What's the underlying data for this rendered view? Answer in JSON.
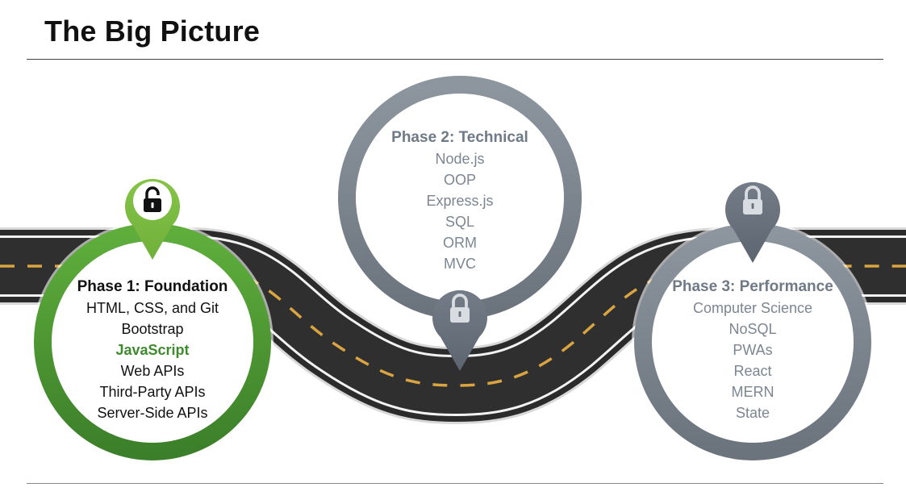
{
  "title": "The Big Picture",
  "colors": {
    "active_green": "#4e9a36",
    "locked_gray": "#7f8891",
    "road": "#2b2b2b",
    "dash": "#d9a441",
    "highlight": "#3f8a2f"
  },
  "phases": [
    {
      "title": "Phase 1: Foundation",
      "status_icon": "unlocked-padlock-icon",
      "items": [
        "HTML, CSS, and Git",
        "Bootstrap",
        "JavaScript",
        "Web APIs",
        "Third-Party APIs",
        "Server-Side APIs"
      ],
      "highlighted_item": "JavaScript"
    },
    {
      "title": "Phase 2: Technical",
      "status_icon": "locked-padlock-icon",
      "items": [
        "Node.js",
        "OOP",
        "Express.js",
        "SQL",
        "ORM",
        "MVC"
      ]
    },
    {
      "title": "Phase 3: Performance",
      "status_icon": "locked-padlock-icon",
      "items": [
        "Computer Science",
        "NoSQL",
        "PWAs",
        "React",
        "MERN",
        "State"
      ]
    }
  ]
}
